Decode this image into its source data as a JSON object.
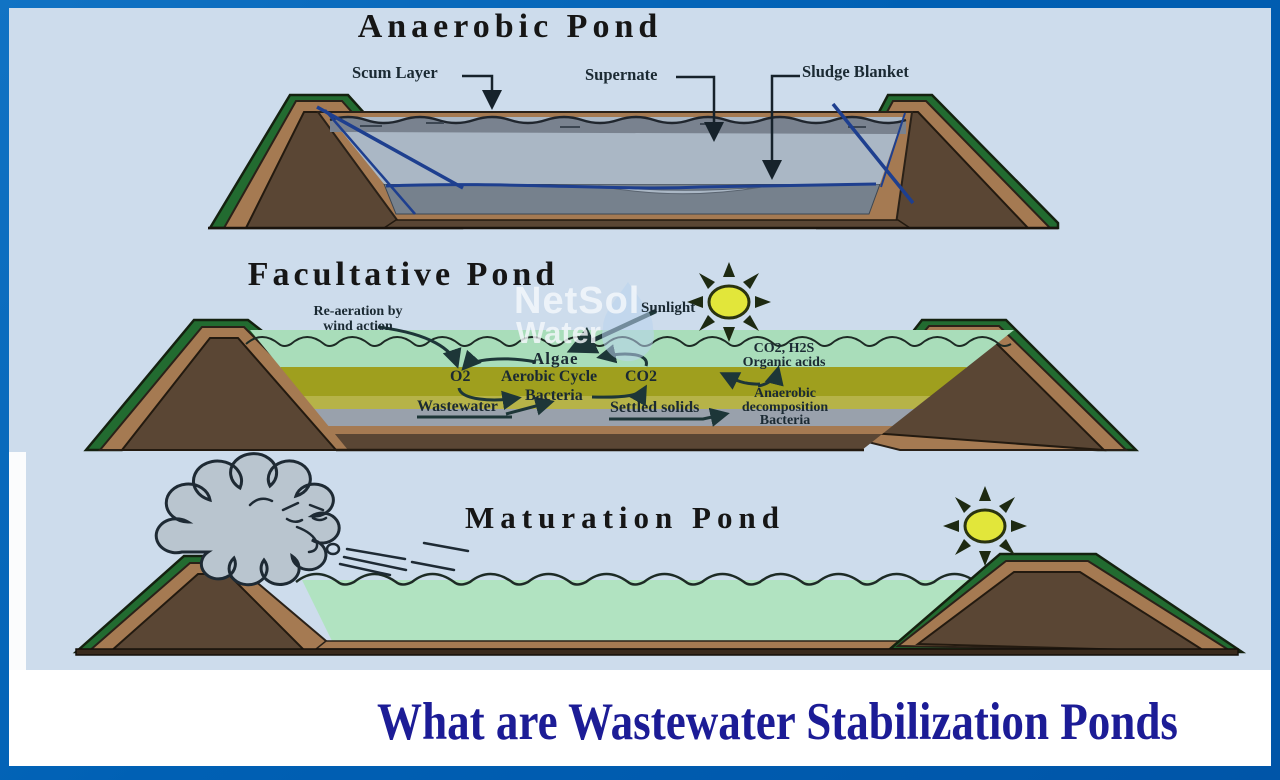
{
  "anaerobic": {
    "title": "Anaerobic Pond",
    "labels": {
      "scum": "Scum Layer",
      "supernate": "Supernate",
      "sludge": "Sludge Blanket"
    }
  },
  "facultative": {
    "title": "Facultative Pond",
    "labels": {
      "re_aeration_line1": "Re-aeration by",
      "re_aeration_line2": "wind action",
      "sunlight": "Sunlight",
      "algae": "Algae",
      "o2": "O2",
      "aerobic_cycle": "Aerobic Cycle",
      "co2": "CO2",
      "bacteria": "Bacteria",
      "wastewater": "Wastewater",
      "settled_solids": "Settled solids",
      "co2_h2s": "CO2, H2S",
      "organic_acids": "Organic acids",
      "anaerobic_line1": "Anaerobic",
      "anaerobic_line2": "decomposition",
      "anaerobic_line3": "Bacteria"
    }
  },
  "maturation": {
    "title": "Maturation Pond"
  },
  "watermark": {
    "line1": "NetSol",
    "line2": "Water"
  },
  "footer": {
    "title": "What are Wastewater Stabilization Ponds"
  },
  "colors": {
    "frame_border": "#0b68b8",
    "background": "#cddcec",
    "berm_dark_brown": "#5a4634",
    "berm_tan": "#a57a52",
    "berm_green_edge": "#226b30",
    "supernate_gray": "#aab7c5",
    "scum_gray": "#79828f",
    "sludge_gray": "#76818d",
    "navy_line": "#1e3f8f",
    "facultative_green": "#a9ddba",
    "olive_layer": "#9f9f1e",
    "olive_light": "#b6b348",
    "settled_gray": "#99a1ac",
    "maturation_green": "#b1e3c1",
    "sun_yellow": "#e2e63a",
    "cloud_gray": "#b9c5cf",
    "footer_text": "#1c1c96"
  }
}
